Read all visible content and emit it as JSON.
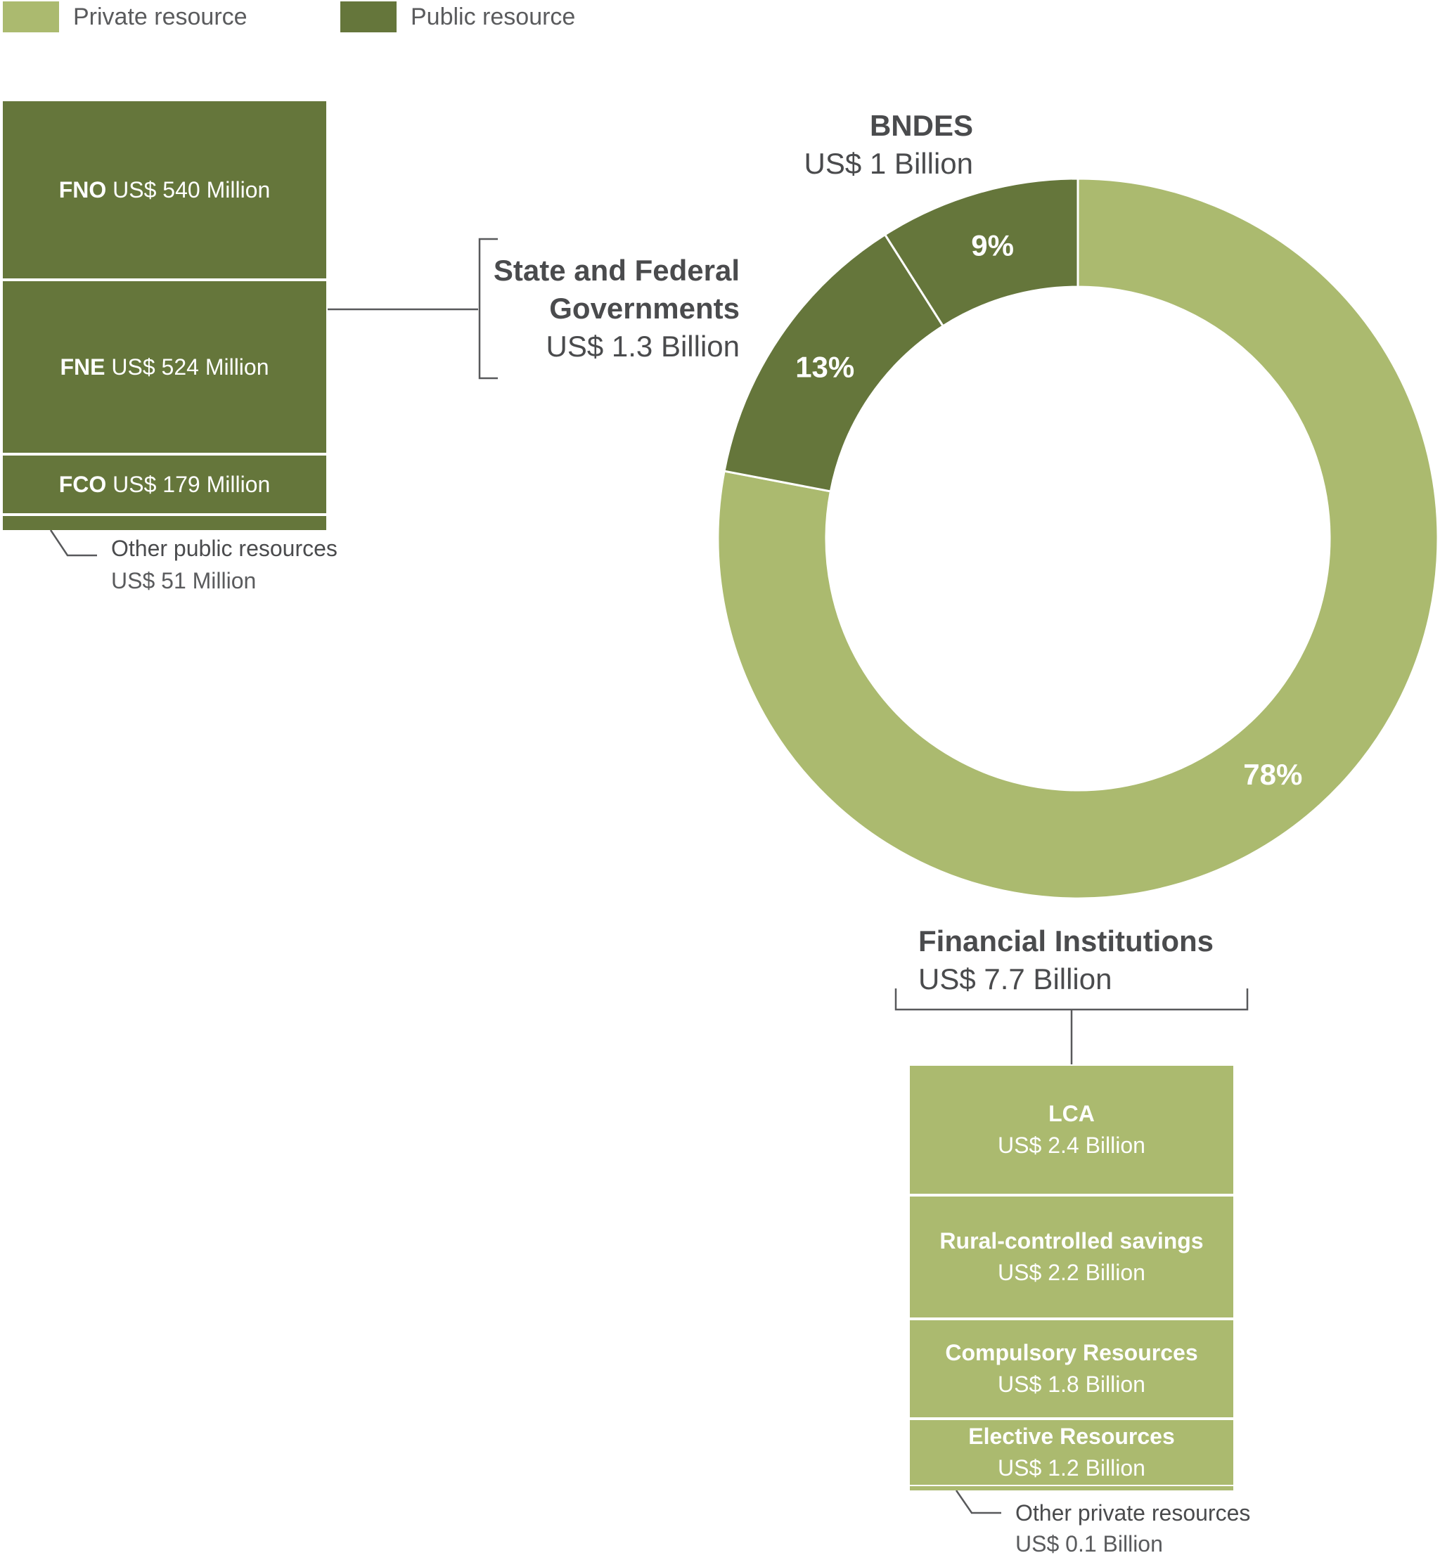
{
  "colors": {
    "private": "#abba6f",
    "public": "#65763b",
    "line": "#58595b",
    "divider": "#ffffff"
  },
  "legend": [
    {
      "label": "Private resource",
      "color": "#abba6f"
    },
    {
      "label": "Public resource",
      "color": "#65763b"
    }
  ],
  "public_breakdown": {
    "group_title": "State and Federal Governments",
    "group_title_line1": "State and Federal",
    "group_title_line2": "Governments",
    "group_value": "US$ 1.3 Billion",
    "items": [
      {
        "name": "FNO",
        "value": "US$ 540 Million",
        "amount": 540
      },
      {
        "name": "FNE",
        "value": "US$ 524 Million",
        "amount": 524
      },
      {
        "name": "FCO",
        "value": "US$ 179 Million",
        "amount": 179
      },
      {
        "name": "Other public resources",
        "value": "US$ 51 Million",
        "amount": 51
      }
    ]
  },
  "bndes": {
    "title": "BNDES",
    "value": "US$ 1 Billion"
  },
  "financial": {
    "title": "Financial Institutions",
    "value": "US$ 7.7 Billion",
    "items": [
      {
        "name": "LCA",
        "value": "US$ 2.4 Billion",
        "amount": 2.4
      },
      {
        "name": "Rural-controlled savings",
        "value": "US$ 2.2 Billion",
        "amount": 2.2
      },
      {
        "name": "Compulsory Resources",
        "value": "US$ 1.8 Billion",
        "amount": 1.8
      },
      {
        "name": "Elective Resources",
        "value": "US$ 1.2 Billion",
        "amount": 1.2
      },
      {
        "name": "Other private resources",
        "value": "US$ 0.1 Billion",
        "amount": 0.1
      }
    ]
  },
  "chart_data": {
    "type": "pie",
    "donut": true,
    "slices": [
      {
        "label": "Financial Institutions",
        "value": 78,
        "display": "78%",
        "color": "#abba6f",
        "kind": "private"
      },
      {
        "label": "State and Federal Governments",
        "value": 13,
        "display": "13%",
        "color": "#65763b",
        "kind": "public"
      },
      {
        "label": "BNDES",
        "value": 9,
        "display": "9%",
        "color": "#65763b",
        "kind": "public"
      }
    ]
  }
}
